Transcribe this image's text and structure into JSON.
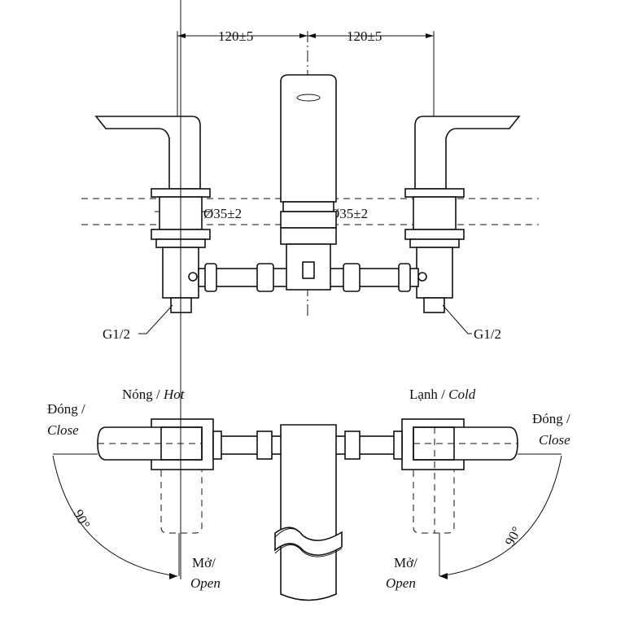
{
  "dimensions": {
    "spacing_left": "120±5",
    "spacing_right": "120±5",
    "diameter_left": "Ø35±2",
    "diameter_right": "Ø35±2",
    "thread_left": "G1/2",
    "thread_right": "G1/2"
  },
  "top_view": {
    "hot_label": "Nóng / ",
    "hot_label_en": "Hot",
    "cold_label": "Lạnh / ",
    "cold_label_en": "Cold",
    "close_label": "Đóng /",
    "close_label_en": "Close",
    "open_label": "Mở/",
    "open_label_en": "Open",
    "angle": "90°"
  }
}
